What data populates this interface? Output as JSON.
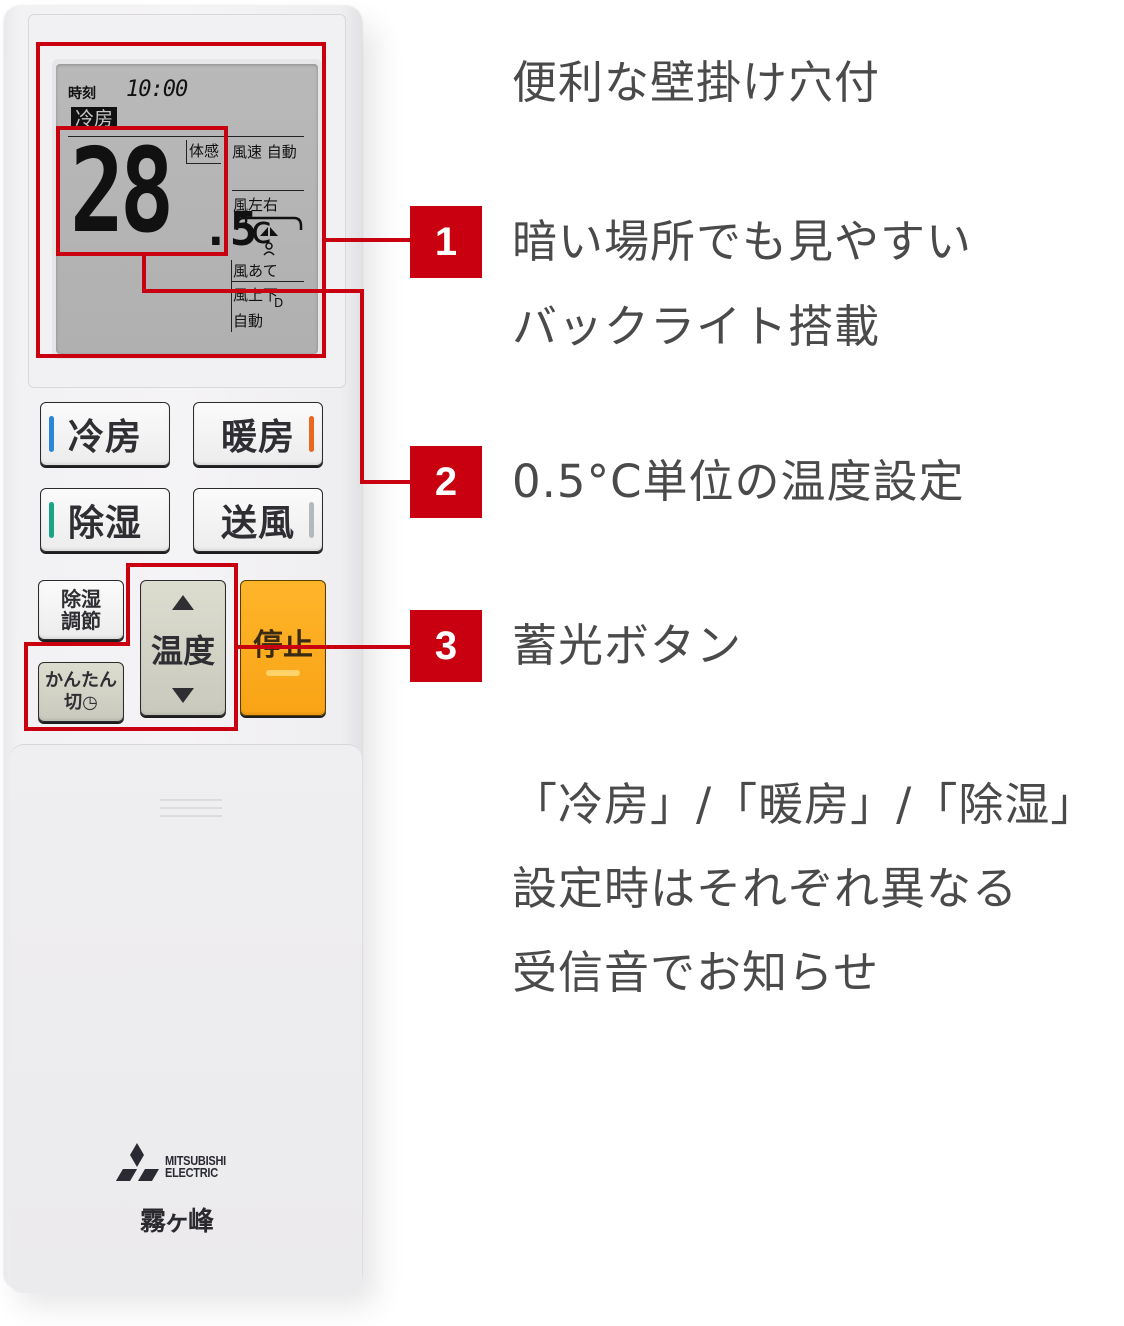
{
  "remote": {
    "lcd": {
      "clock_label": "時刻",
      "clock_time": "10:00",
      "mode": "冷房",
      "temperature_int": "28",
      "temperature_dec": ".5",
      "temperature_unit": "°c",
      "taikan": "体感",
      "fan_speed": "風速 自動",
      "swing_lr": "風左右",
      "wind_target": "風あて",
      "swing_ud": "風上下",
      "swing_ud_value": "自動",
      "swing_ud_marker": "D"
    },
    "buttons": {
      "cool": {
        "label": "冷房",
        "bar_color": "#2b86d6"
      },
      "heat": {
        "label": "暖房",
        "bar_color": "#e9671f"
      },
      "dry": {
        "label": "除湿",
        "bar_color": "#1aa385"
      },
      "fan": {
        "label": "送風",
        "bar_color": "#b5b8bf"
      },
      "dehumid_adjust": {
        "line1": "除湿",
        "line2": "調節"
      },
      "easy_off": {
        "line1": "かんたん",
        "line2": "切◷"
      },
      "temperature": {
        "label": "温度",
        "up": "▲",
        "down": "▼"
      },
      "stop": {
        "label": "停止",
        "color": "#f9a316"
      }
    },
    "logo": {
      "brand_line1": "MITSUBISHI",
      "brand_line2": "ELECTRIC",
      "series": "霧ヶ峰"
    }
  },
  "callouts": {
    "accent_color": "#c8000f",
    "wall_hook": "便利な壁掛け穴付",
    "items": [
      {
        "number": "1",
        "lines": [
          "暗い場所でも見やすい",
          "バックライト搭載"
        ]
      },
      {
        "number": "2",
        "lines": [
          "0.5°C単位の温度設定"
        ]
      },
      {
        "number": "3",
        "lines": [
          "蓄光ボタン"
        ]
      }
    ],
    "note_lines": [
      "「冷房」/「暖房」/「除湿」",
      "設定時はそれぞれ異なる",
      "受信音でお知らせ"
    ]
  }
}
